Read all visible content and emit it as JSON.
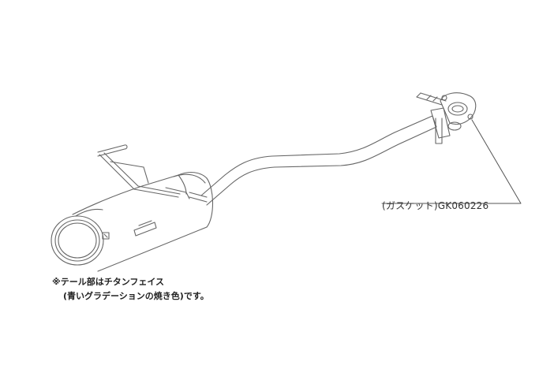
{
  "diagram": {
    "part_label": "(ガスケット)GK060226",
    "note_line1": "※テール部はチタンフェイス",
    "note_line2": "(青いグラデーションの焼き色)です。"
  }
}
